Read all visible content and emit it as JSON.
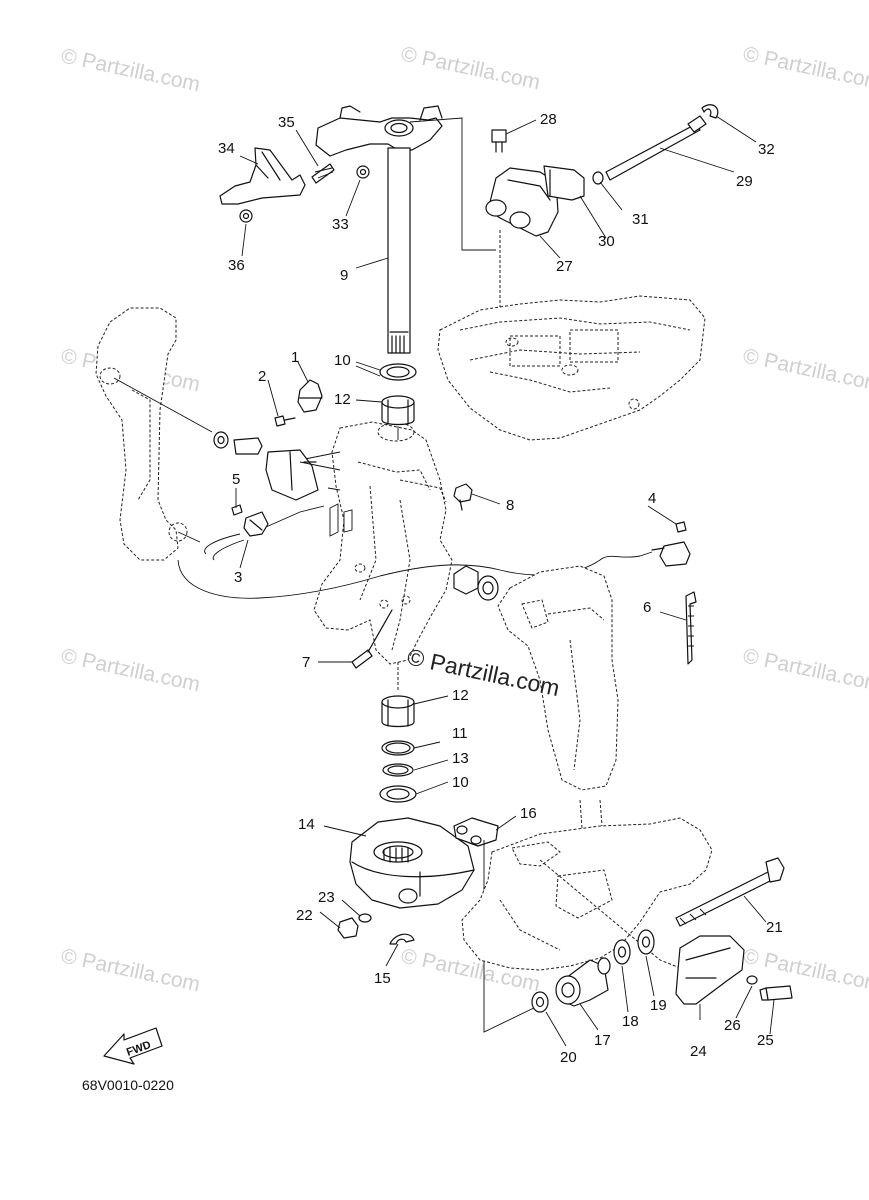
{
  "diagram_code": "68V0010-0220",
  "watermark_text": "© Partzilla.com",
  "center_watermark_text": "© Partzilla.com",
  "fwd_label": "FWD",
  "callouts": [
    "1",
    "2",
    "3",
    "4",
    "5",
    "6",
    "7",
    "8",
    "9",
    "10",
    "11",
    "12",
    "13",
    "14",
    "15",
    "16",
    "17",
    "18",
    "19",
    "20",
    "21",
    "22",
    "23",
    "24",
    "25",
    "26",
    "27",
    "28",
    "29",
    "30",
    "31",
    "32",
    "33",
    "34",
    "35",
    "36"
  ],
  "callout_labels": {
    "c1": "1",
    "c2": "2",
    "c3": "3",
    "c4": "4",
    "c5": "5",
    "c6": "6",
    "c7": "7",
    "c8": "8",
    "c9": "9",
    "c10a": "10",
    "c10b": "10",
    "c11": "11",
    "c12a": "12",
    "c12b": "12",
    "c13": "13",
    "c14": "14",
    "c15": "15",
    "c16": "16",
    "c17": "17",
    "c18": "18",
    "c19": "19",
    "c20": "20",
    "c21": "21",
    "c22": "22",
    "c23": "23",
    "c24": "24",
    "c25": "25",
    "c26": "26",
    "c27": "27",
    "c28": "28",
    "c29": "29",
    "c30": "30",
    "c31": "31",
    "c32": "32",
    "c33": "33",
    "c34": "34",
    "c35": "35",
    "c36": "36"
  },
  "colors": {
    "line": "#111111",
    "watermark": "#cfcfcf",
    "background": "#ffffff"
  }
}
